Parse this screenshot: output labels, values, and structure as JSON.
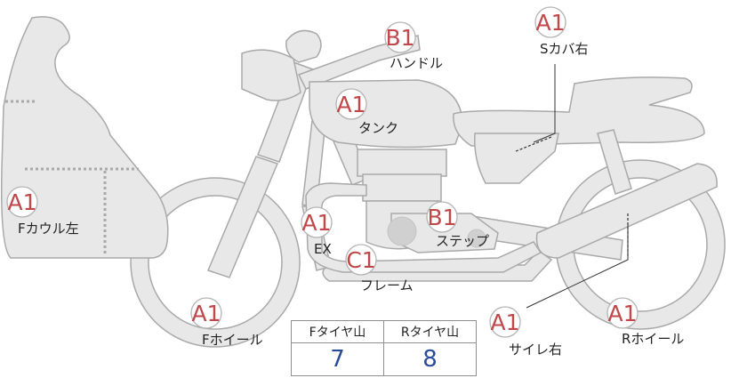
{
  "grades": {
    "handle": "B1",
    "s_cover_right": "A1",
    "tank": "A1",
    "f_cowl_left": "A1",
    "ex": "A1",
    "step": "B1",
    "frame": "C1",
    "f_wheel": "A1",
    "side_right": "A1",
    "r_wheel": "A1"
  },
  "labels": {
    "handle": "ハンドル",
    "s_cover_right": "Sカバ右",
    "tank": "タンク",
    "f_cowl_left": "Fカウル左",
    "ex": "EX",
    "step": "ステップ",
    "frame": "フレーム",
    "f_wheel": "Fホイール",
    "side_right": "サイレ右",
    "r_wheel": "Rホイール"
  },
  "tire_table": {
    "headers": [
      "Fタイヤ山",
      "Rタイヤ山"
    ],
    "values": [
      "7",
      "8"
    ]
  },
  "colors": {
    "grade_text": "#c0474a",
    "value_text": "#2a4a9a",
    "part_fill": "#e8e8e8",
    "part_stroke": "#a9a9a9"
  }
}
